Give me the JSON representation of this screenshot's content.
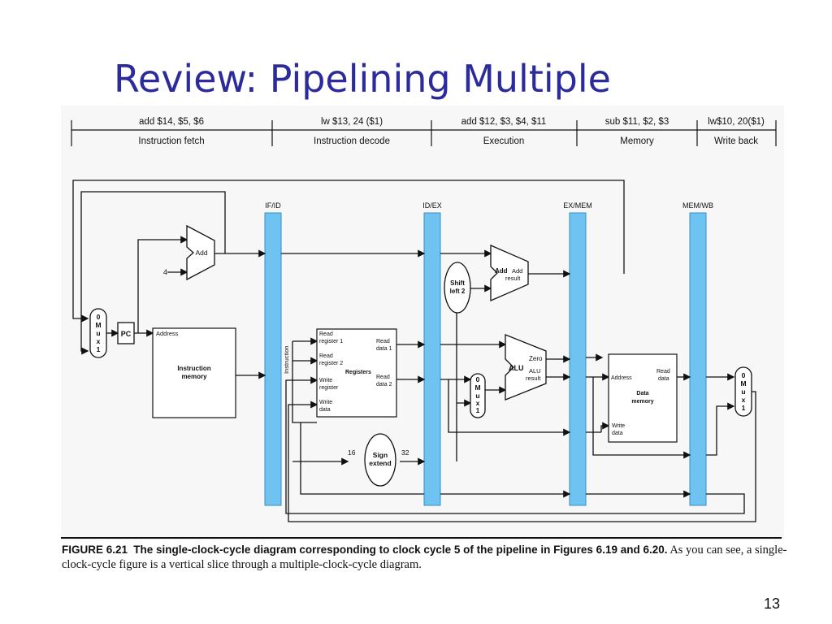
{
  "title": "Review: Pipelining Multiple",
  "page_number": "13",
  "stages": {
    "instructions": [
      "add $14, $5, $6",
      "lw $13, 24 ($1)",
      "add $12, $3, $4, $11",
      "sub $11, $2, $3",
      "lw$10, 20($1)"
    ],
    "names": [
      "Instruction fetch",
      "Instruction decode",
      "Execution",
      "Memory",
      "Write back"
    ]
  },
  "registers": [
    "IF/ID",
    "ID/EX",
    "EX/MEM",
    "MEM/WB"
  ],
  "labels": {
    "pc": "PC",
    "add": "Add",
    "four": "4",
    "mux_0": "0",
    "mux_m": "M",
    "mux_u": "u",
    "mux_x": "x",
    "mux_1": "1",
    "im_address": "Address",
    "im_title1": "Instruction",
    "im_title2": "memory",
    "instruction_vertical": "Instruction",
    "rr1a": "Read",
    "rr1b": "register 1",
    "rr2a": "Read",
    "rr2b": "register 2",
    "wra": "Write",
    "wrb": "register",
    "wda": "Write",
    "wdb": "data",
    "rd1a": "Read",
    "rd1b": "data 1",
    "rd2a": "Read",
    "rd2b": "data 2",
    "registers": "Registers",
    "sign1": "Sign",
    "sign2": "extend",
    "sixteen": "16",
    "thirtytwo": "32",
    "shift1": "Shift",
    "shift2": "left 2",
    "add2": "Add",
    "addres1": "Add",
    "addres2": "result",
    "alu": "ALU",
    "zero": "Zero",
    "alures1": "ALU",
    "alures2": "result",
    "dm_address": "Address",
    "dm_read1": "Read",
    "dm_read2": "data",
    "dm_title1": "Data",
    "dm_title2": "memory",
    "dm_write1": "Write",
    "dm_write2": "data"
  },
  "caption": {
    "figure_label": "FIGURE 6.21",
    "bold_text": "The single-clock-cycle diagram corresponding to clock cycle 5 of the pipeline in Figures 6.19 and 6.20.",
    "text": "As you can see, a single-clock-cycle figure is a vertical slice through a multiple-clock-cycle diagram."
  },
  "colors": {
    "title": "#2b2b9b",
    "pipeline_register": "#6ec3f0",
    "line": "#111111"
  }
}
